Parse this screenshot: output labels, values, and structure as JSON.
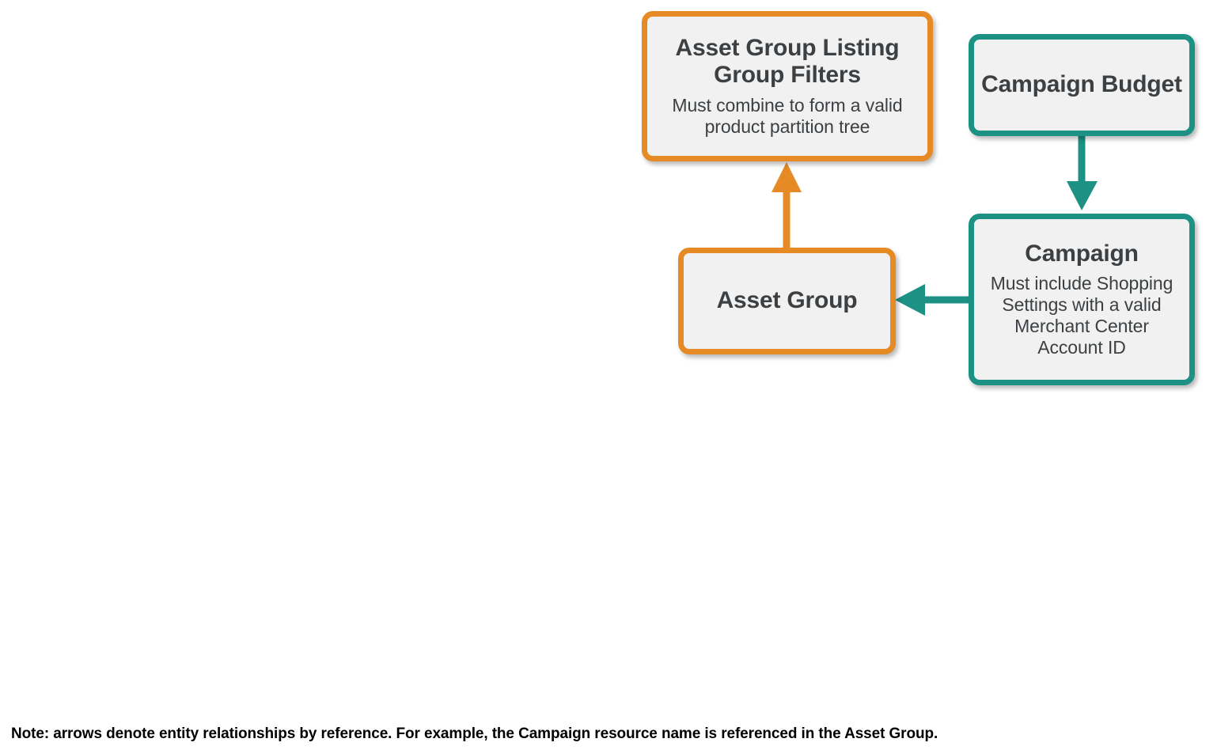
{
  "diagram": {
    "type": "entity-relationship",
    "colors": {
      "orange": "#e68a25",
      "teal": "#1c9184",
      "node_fill": "#f1f1f1",
      "text": "#3c4043",
      "footnote_text": "#000000",
      "background": "#ffffff"
    },
    "nodes": [
      {
        "id": "asset-group-listing-group-filters",
        "title": "Asset Group Listing Group Filters",
        "subtitle": "Must combine to form a valid product partition tree",
        "color": "orange"
      },
      {
        "id": "campaign-budget",
        "title": "Campaign Budget",
        "subtitle": "",
        "color": "teal"
      },
      {
        "id": "asset-group",
        "title": "Asset Group",
        "subtitle": "",
        "color": "orange"
      },
      {
        "id": "campaign",
        "title": "Campaign",
        "subtitle": "Must include Shopping Settings with a valid Merchant Center Account ID",
        "color": "teal"
      }
    ],
    "edges": [
      {
        "id": "asset-group-to-listing-group-filters",
        "from": "asset-group",
        "to": "asset-group-listing-group-filters",
        "color": "orange",
        "direction": "up"
      },
      {
        "id": "campaign-budget-to-campaign",
        "from": "campaign-budget",
        "to": "campaign",
        "color": "teal",
        "direction": "down"
      },
      {
        "id": "campaign-to-asset-group",
        "from": "campaign",
        "to": "asset-group",
        "color": "teal",
        "direction": "left"
      }
    ]
  },
  "footnote": {
    "text": "Note: arrows denote entity relationships by reference. For example, the Campaign resource name is referenced in the Asset Group."
  }
}
